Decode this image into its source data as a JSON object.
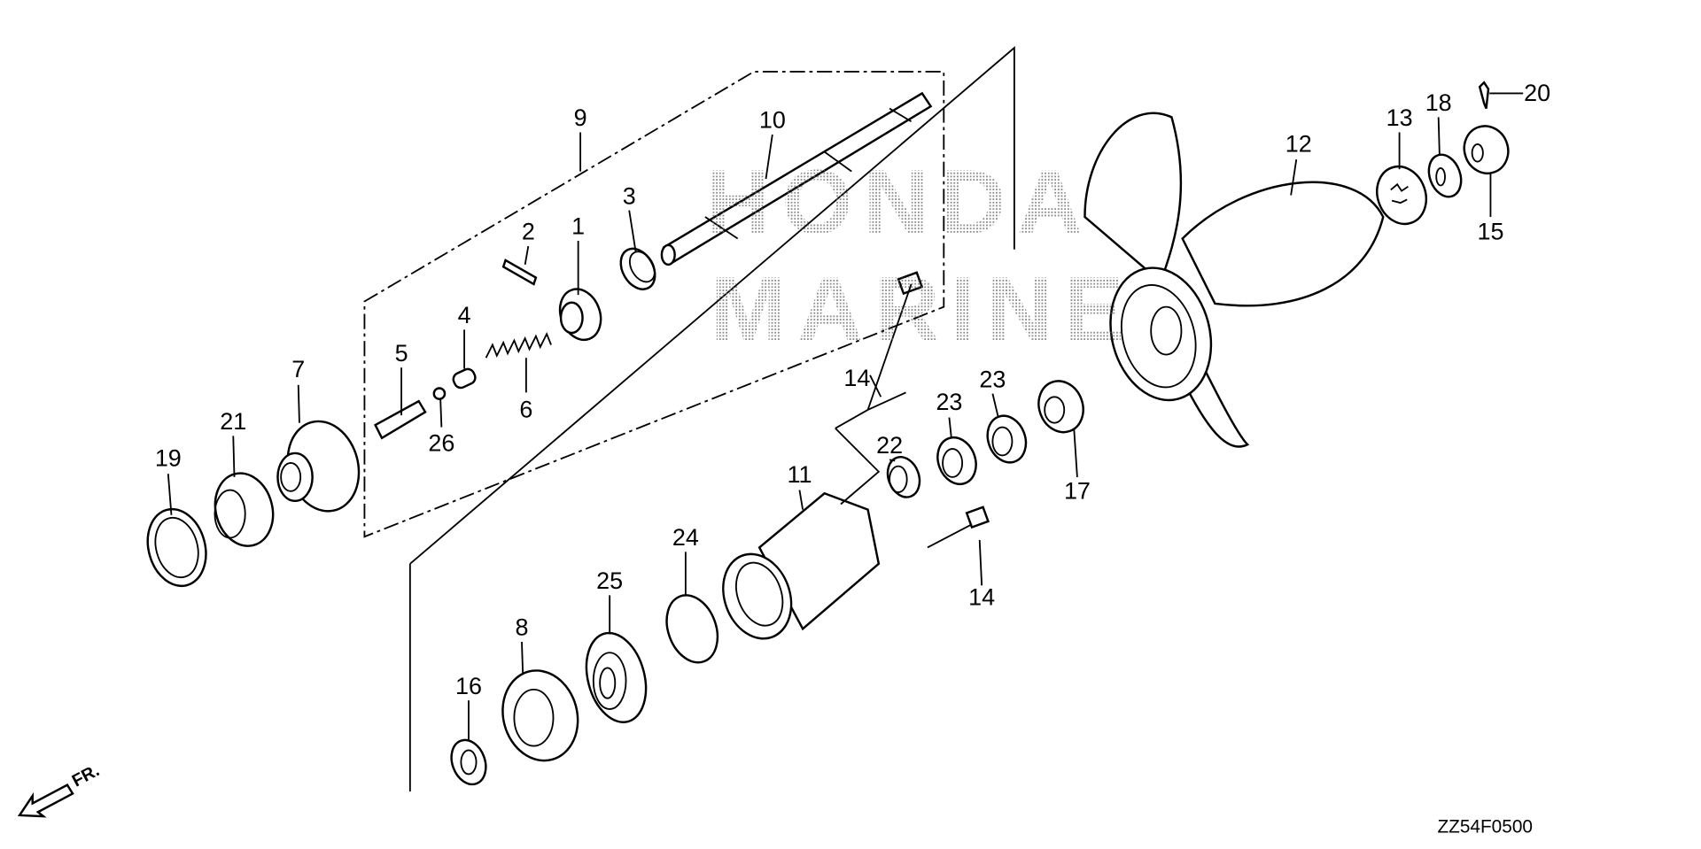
{
  "diagram": {
    "watermark_line1": "HONDA",
    "watermark_line2": "MARINE",
    "direction_label": "FR.",
    "figure_code": "ZZ54F0500",
    "callouts": {
      "c1": "1",
      "c2": "2",
      "c3": "3",
      "c4": "4",
      "c5": "5",
      "c6": "6",
      "c7": "7",
      "c8": "8",
      "c9": "9",
      "c10": "10",
      "c11": "11",
      "c12": "12",
      "c13": "13",
      "c14a": "14",
      "c14b": "14",
      "c15": "15",
      "c16": "16",
      "c17": "17",
      "c18": "18",
      "c19": "19",
      "c20": "20",
      "c21": "21",
      "c22": "22",
      "c23a": "23",
      "c23b": "23",
      "c24": "24",
      "c25": "25",
      "c26": "26"
    }
  }
}
